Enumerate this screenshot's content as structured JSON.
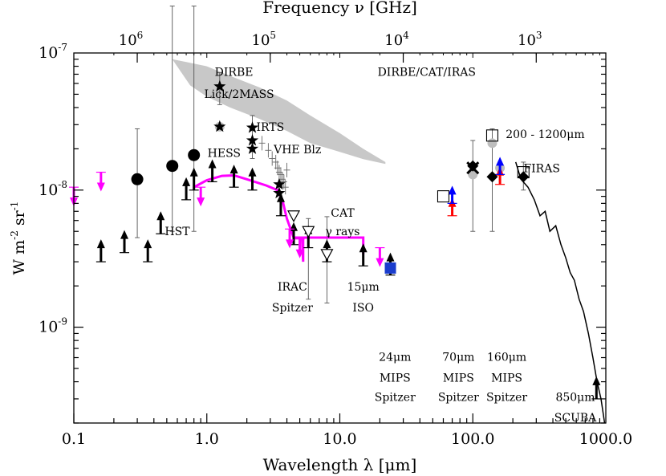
{
  "chart_data": {
    "type": "scatter",
    "xlabel": "Wavelength λ [μm]",
    "x2label": "Frequency ν [GHz]",
    "ylabel_parts": [
      "W m",
      "-2",
      " sr",
      "-1"
    ],
    "xscale": "log",
    "yscale": "log",
    "xlim": [
      0.1,
      1000
    ],
    "ylim": [
      2e-10,
      1e-07
    ],
    "x_ticks": [
      {
        "v": 0.1,
        "label": "0.1"
      },
      {
        "v": 1,
        "label": "1.0"
      },
      {
        "v": 10,
        "label": "10.0"
      },
      {
        "v": 100,
        "label": "100.0"
      },
      {
        "v": 1000,
        "label": "1000.0"
      }
    ],
    "x2_ticks": [
      {
        "wl": 0.2998,
        "base": "10",
        "exp": "6"
      },
      {
        "wl": 2.998,
        "base": "10",
        "exp": "5"
      },
      {
        "wl": 29.98,
        "base": "10",
        "exp": "4"
      },
      {
        "wl": 299.8,
        "base": "10",
        "exp": "3"
      }
    ],
    "y_ticks": [
      {
        "v": 1e-09,
        "base": "10",
        "exp": "-9"
      },
      {
        "v": 1e-08,
        "base": "10",
        "exp": "-8"
      },
      {
        "v": 1e-07,
        "base": "10",
        "exp": "-7"
      }
    ],
    "grey_band_upper": [
      [
        0.55,
        9e-08
      ],
      [
        0.7,
        8.6e-08
      ],
      [
        1.0,
        8e-08
      ],
      [
        1.5,
        6.8e-08
      ],
      [
        2.5,
        5.6e-08
      ],
      [
        4.0,
        4.5e-08
      ],
      [
        6.0,
        3.5e-08
      ],
      [
        10.0,
        2.6e-08
      ],
      [
        15.0,
        2e-08
      ],
      [
        22.0,
        1.6e-08
      ]
    ],
    "grey_band_lower": [
      [
        22.0,
        1.55e-08
      ],
      [
        15.0,
        1.68e-08
      ],
      [
        10.0,
        1.9e-08
      ],
      [
        6.0,
        2.2e-08
      ],
      [
        4.0,
        2.7e-08
      ],
      [
        2.5,
        3.3e-08
      ],
      [
        1.5,
        4e-08
      ],
      [
        1.0,
        4.8e-08
      ],
      [
        0.75,
        5.8e-08
      ]
    ],
    "hess_curve": [
      [
        0.8,
        1.05e-08
      ],
      [
        1.0,
        1.18e-08
      ],
      [
        1.3,
        1.27e-08
      ],
      [
        1.6,
        1.28e-08
      ],
      [
        2.0,
        1.2e-08
      ],
      [
        2.8,
        1.08e-08
      ],
      [
        3.4,
        1e-08
      ],
      [
        3.7,
        8.5e-09
      ],
      [
        4.0,
        6.2e-09
      ],
      [
        4.5,
        4.5e-09
      ],
      [
        5.2,
        4.5e-09
      ],
      [
        5.3,
        3e-09
      ],
      [
        5.3,
        4.5e-09
      ],
      [
        15.0,
        4.5e-09
      ],
      [
        15.0,
        3.4e-09
      ]
    ],
    "lower_limits": [
      [
        0.16,
        3e-09
      ],
      [
        0.24,
        3.5e-09
      ],
      [
        0.36,
        3e-09
      ],
      [
        0.45,
        4.8e-09
      ],
      [
        0.7,
        8.5e-09
      ],
      [
        0.8,
        1e-08
      ],
      [
        1.1,
        1.15e-08
      ],
      [
        1.6,
        1.05e-08
      ],
      [
        2.2,
        1e-08
      ],
      [
        3.6,
        6.5e-09
      ],
      [
        4.5,
        4e-09
      ],
      [
        5.8,
        3.8e-09
      ],
      [
        8.0,
        3e-09
      ],
      [
        15.0,
        2.8e-09
      ],
      [
        24.0,
        2.4e-09
      ],
      [
        850.0,
        3e-10
      ]
    ],
    "upper_limits_magenta": [
      [
        0.1,
        1.05e-08
      ],
      [
        0.16,
        1.35e-08
      ],
      [
        0.9,
        1.05e-08
      ],
      [
        4.2,
        5.2e-09
      ],
      [
        5.0,
        4.4e-09
      ],
      [
        20.0,
        3.8e-09
      ]
    ],
    "dots": [
      [
        0.3,
        1.2e-08
      ],
      [
        0.55,
        1.5e-08
      ],
      [
        0.8,
        1.8e-08
      ]
    ],
    "dot_errors": [
      [
        0.3,
        4.5e-09,
        2.8e-08
      ],
      [
        0.55,
        5e-09,
        2.2e-07
      ],
      [
        0.8,
        5e-09,
        2.2e-07
      ]
    ],
    "stars": [
      [
        1.25,
        5.7e-08
      ],
      [
        1.25,
        2.9e-08
      ],
      [
        2.2,
        2.85e-08
      ],
      [
        2.2,
        2.3e-08
      ],
      [
        2.2,
        2e-08
      ],
      [
        3.5,
        1.1e-08
      ],
      [
        3.5,
        9.5e-09
      ]
    ],
    "star_errors": [
      [
        1.25,
        4.2e-08,
        7.2e-08
      ],
      [
        2.2,
        1.7e-08,
        3.5e-08
      ]
    ],
    "crosses": [
      [
        2.6,
        2.2e-08
      ],
      [
        2.9,
        1.95e-08
      ],
      [
        3.1,
        1.7e-08
      ],
      [
        3.3,
        1.6e-08
      ],
      [
        3.4,
        1.45e-08
      ],
      [
        3.5,
        1.35e-08
      ],
      [
        3.6,
        1.3e-08
      ],
      [
        3.7,
        1.2e-08
      ],
      [
        3.8,
        1.15e-08
      ],
      [
        4.0,
        1.4e-08
      ],
      [
        3.9,
        1.05e-08
      ]
    ],
    "triangles_down": [
      [
        4.5,
        6.5e-09
      ],
      [
        5.8,
        5e-09
      ],
      [
        8.0,
        3.4e-09
      ]
    ],
    "triangle_errors": [
      [
        5.8,
        1.6e-09,
        6.2e-09
      ],
      [
        8.0,
        1.5e-09,
        6.4e-09
      ]
    ],
    "blue_square": [
      24.0,
      2.7e-09
    ],
    "grey_circles": [
      [
        1.25,
        2.9e-08
      ],
      [
        100.0,
        1.3e-08
      ],
      [
        140.0,
        2.2e-08
      ],
      [
        160.0,
        1.45e-08
      ]
    ],
    "open_squares": [
      [
        60.0,
        9e-09
      ],
      [
        140.0,
        2.5e-08
      ],
      [
        240.0,
        1.35e-08
      ]
    ],
    "diamonds": [
      [
        100.0,
        1.5e-08
      ],
      [
        140.0,
        1.25e-08
      ],
      [
        240.0,
        1.25e-08
      ]
    ],
    "diamond_errors": [
      [
        100.0,
        5e-09,
        2.3e-08
      ],
      [
        140.0,
        5e-09,
        2.8e-08
      ],
      [
        240.0,
        1e-08,
        1.6e-08
      ]
    ],
    "x_marks": [
      [
        100.0,
        1.45e-08
      ]
    ],
    "color_limits": [
      {
        "x": 70.0,
        "y": 6.5e-09,
        "color": "#ff0000"
      },
      {
        "x": 70.0,
        "y": 8e-09,
        "color": "#0000ff"
      },
      {
        "x": 160.0,
        "y": 1.1e-08,
        "color": "#ff0000"
      },
      {
        "x": 160.0,
        "y": 1.3e-08,
        "color": "#0000ff"
      }
    ],
    "firas_curve": [
      [
        210,
        1.6e-08
      ],
      [
        230,
        1.2e-08
      ],
      [
        260,
        1.05e-08
      ],
      [
        290,
        8.5e-09
      ],
      [
        320,
        6.5e-09
      ],
      [
        350,
        7e-09
      ],
      [
        380,
        5e-09
      ],
      [
        420,
        5.5e-09
      ],
      [
        460,
        4e-09
      ],
      [
        500,
        3.2e-09
      ],
      [
        540,
        2.5e-09
      ],
      [
        580,
        2.2e-09
      ],
      [
        630,
        1.6e-09
      ],
      [
        680,
        1.3e-09
      ],
      [
        740,
        9e-10
      ],
      [
        800,
        6e-10
      ],
      [
        860,
        4e-10
      ],
      [
        920,
        3e-10
      ],
      [
        980,
        2e-10
      ]
    ],
    "annotations": [
      {
        "x": 1.6,
        "y": 6.8e-08,
        "text": "DIRBE"
      },
      {
        "x": 1.75,
        "y": 4.7e-08,
        "text": "Lick/2MASS"
      },
      {
        "x": 3.0,
        "y": 2.7e-08,
        "text": "IRTS"
      },
      {
        "x": 1.35,
        "y": 1.75e-08,
        "text": "HESS"
      },
      {
        "x": 4.8,
        "y": 1.85e-08,
        "text": "VHE Blz"
      },
      {
        "x": 45.0,
        "y": 6.8e-08,
        "text": "DIRBE/CAT/IRAS"
      },
      {
        "x": 10.5,
        "y": 6.4e-09,
        "text": "CAT"
      },
      {
        "x": 10.5,
        "y": 4.7e-09,
        "text": "γ rays"
      },
      {
        "x": 0.6,
        "y": 4.7e-09,
        "text": "HST"
      },
      {
        "x": 4.4,
        "y": 1.85e-09,
        "text": "IRAC"
      },
      {
        "x": 4.4,
        "y": 1.3e-09,
        "text": "Spitzer"
      },
      {
        "x": 15.0,
        "y": 1.85e-09,
        "text": "15μm"
      },
      {
        "x": 15.0,
        "y": 1.3e-09,
        "text": "ISO"
      },
      {
        "x": 26.0,
        "y": 5.7e-10,
        "text": "24μm"
      },
      {
        "x": 26.0,
        "y": 4e-10,
        "text": "MIPS"
      },
      {
        "x": 26.0,
        "y": 2.9e-10,
        "text": "Spitzer"
      },
      {
        "x": 78.0,
        "y": 5.7e-10,
        "text": "70μm"
      },
      {
        "x": 78.0,
        "y": 4e-10,
        "text": "MIPS"
      },
      {
        "x": 78.0,
        "y": 2.9e-10,
        "text": "Spitzer"
      },
      {
        "x": 180.0,
        "y": 5.7e-10,
        "text": "160μm"
      },
      {
        "x": 180.0,
        "y": 4e-10,
        "text": "MIPS"
      },
      {
        "x": 180.0,
        "y": 2.9e-10,
        "text": "Spitzer"
      },
      {
        "x": 350.0,
        "y": 2.4e-08,
        "text": "200 - 1200μm"
      },
      {
        "x": 330.0,
        "y": 1.35e-08,
        "text": "FIRAS"
      },
      {
        "x": 590.0,
        "y": 2.9e-10,
        "text": "850μm"
      },
      {
        "x": 590.0,
        "y": 2.05e-10,
        "text": "SCUBA"
      }
    ]
  }
}
